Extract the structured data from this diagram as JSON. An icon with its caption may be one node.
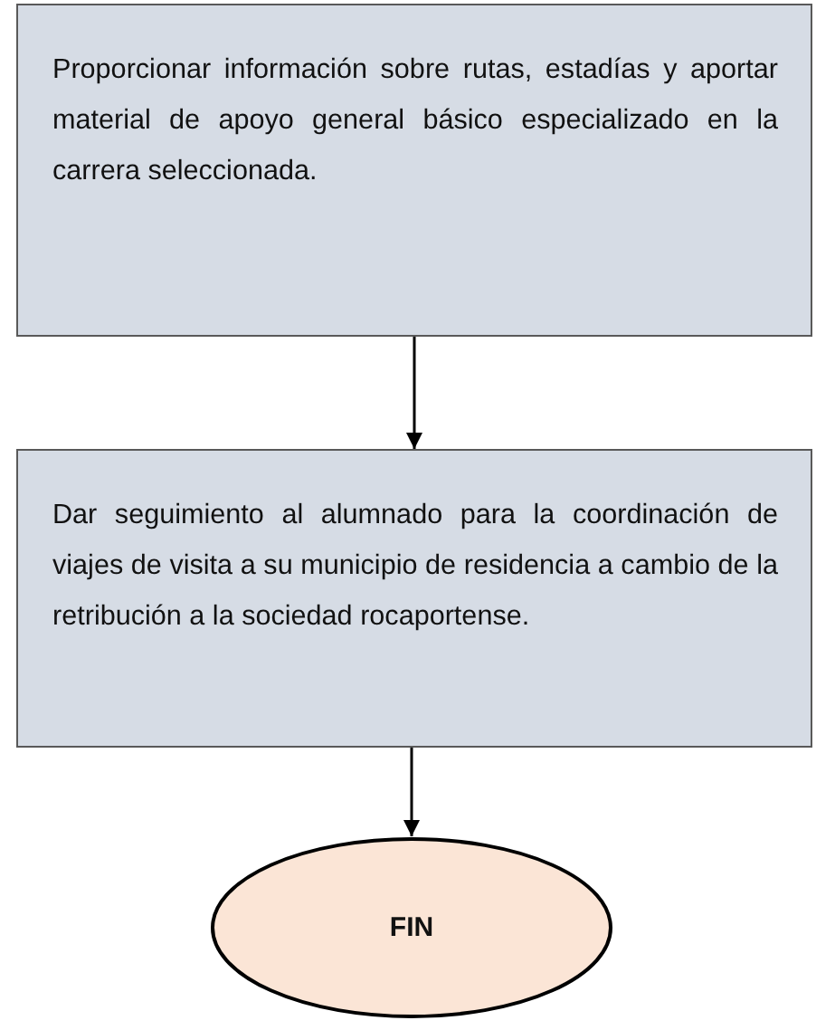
{
  "diagram": {
    "nodes": [
      {
        "text": [
          "Proporcionar información sobre rutas, estadías y aportar material de apoyo general básico especializado en la carrera seleccionada."
        ]
      },
      {
        "text": [
          "Dar seguimiento al alumnado para la coordinación de viajes de visita a su municipio de residencia a cambio de la retribución a la sociedad rocaportense."
        ]
      },
      {
        "text": [
          "FIN"
        ]
      }
    ],
    "edges": [
      {
        "from": 0,
        "to": 1,
        "arrow": "to"
      },
      {
        "from": 1,
        "to": 2,
        "arrow": "to"
      }
    ]
  }
}
